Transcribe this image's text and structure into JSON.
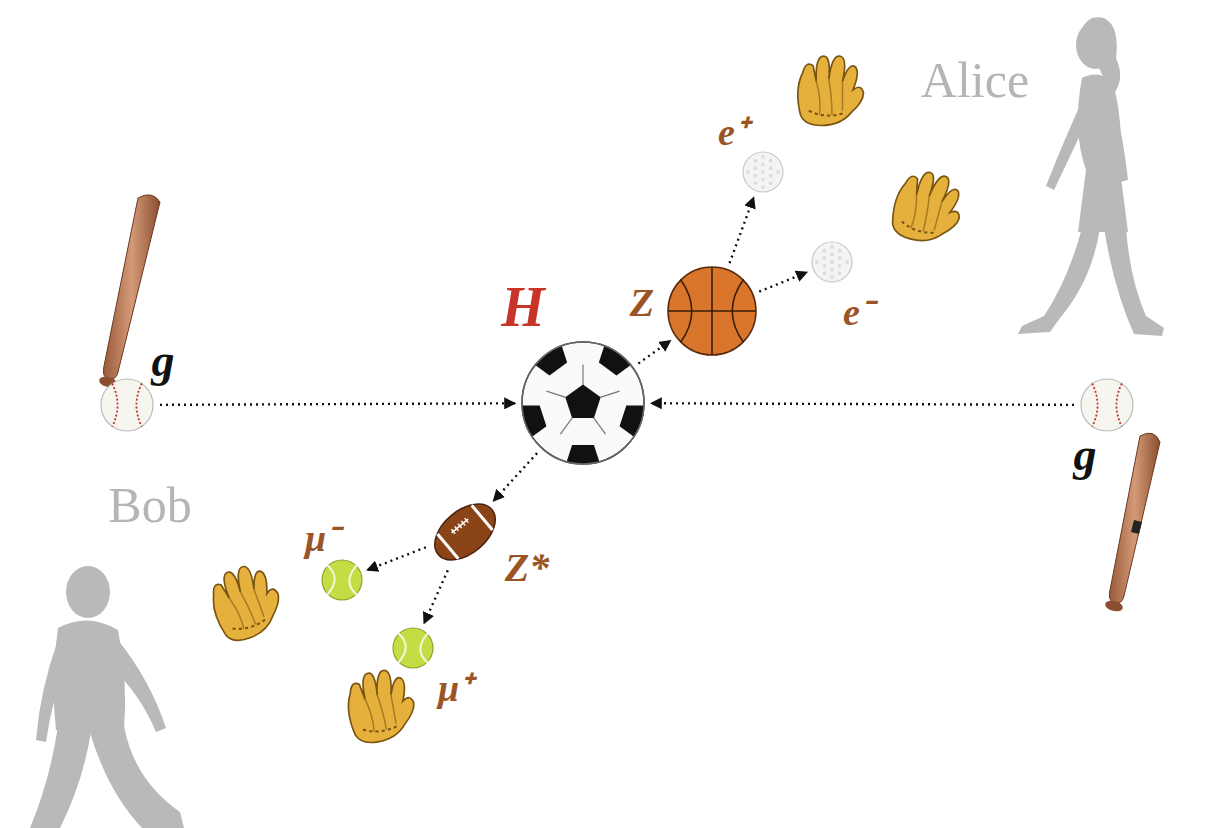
{
  "diagram": {
    "nodes": [
      {
        "text": [
          "g"
        ]
      },
      {
        "text": [
          "g"
        ]
      },
      {
        "text": [
          "H"
        ]
      },
      {
        "text": [
          "Z"
        ]
      },
      {
        "text": [
          "e⁺"
        ]
      },
      {
        "text": [
          "e⁻"
        ]
      },
      {
        "text": [
          "Z*"
        ]
      },
      {
        "text": [
          "μ⁻"
        ]
      },
      {
        "text": [
          "μ⁺"
        ]
      }
    ],
    "edges": [
      {
        "from": 0,
        "to": 2,
        "arrow": "to"
      },
      {
        "from": 1,
        "to": 2,
        "arrow": "to"
      },
      {
        "from": 2,
        "to": 3,
        "arrow": "to"
      },
      {
        "from": 2,
        "to": 6,
        "arrow": "to"
      },
      {
        "from": 3,
        "to": 4,
        "arrow": "to"
      },
      {
        "from": 3,
        "to": 5,
        "arrow": "to"
      },
      {
        "from": 6,
        "to": 7,
        "arrow": "to"
      },
      {
        "from": 6,
        "to": 8,
        "arrow": "to"
      }
    ],
    "labels": [
      "Alice",
      "Bob"
    ]
  }
}
